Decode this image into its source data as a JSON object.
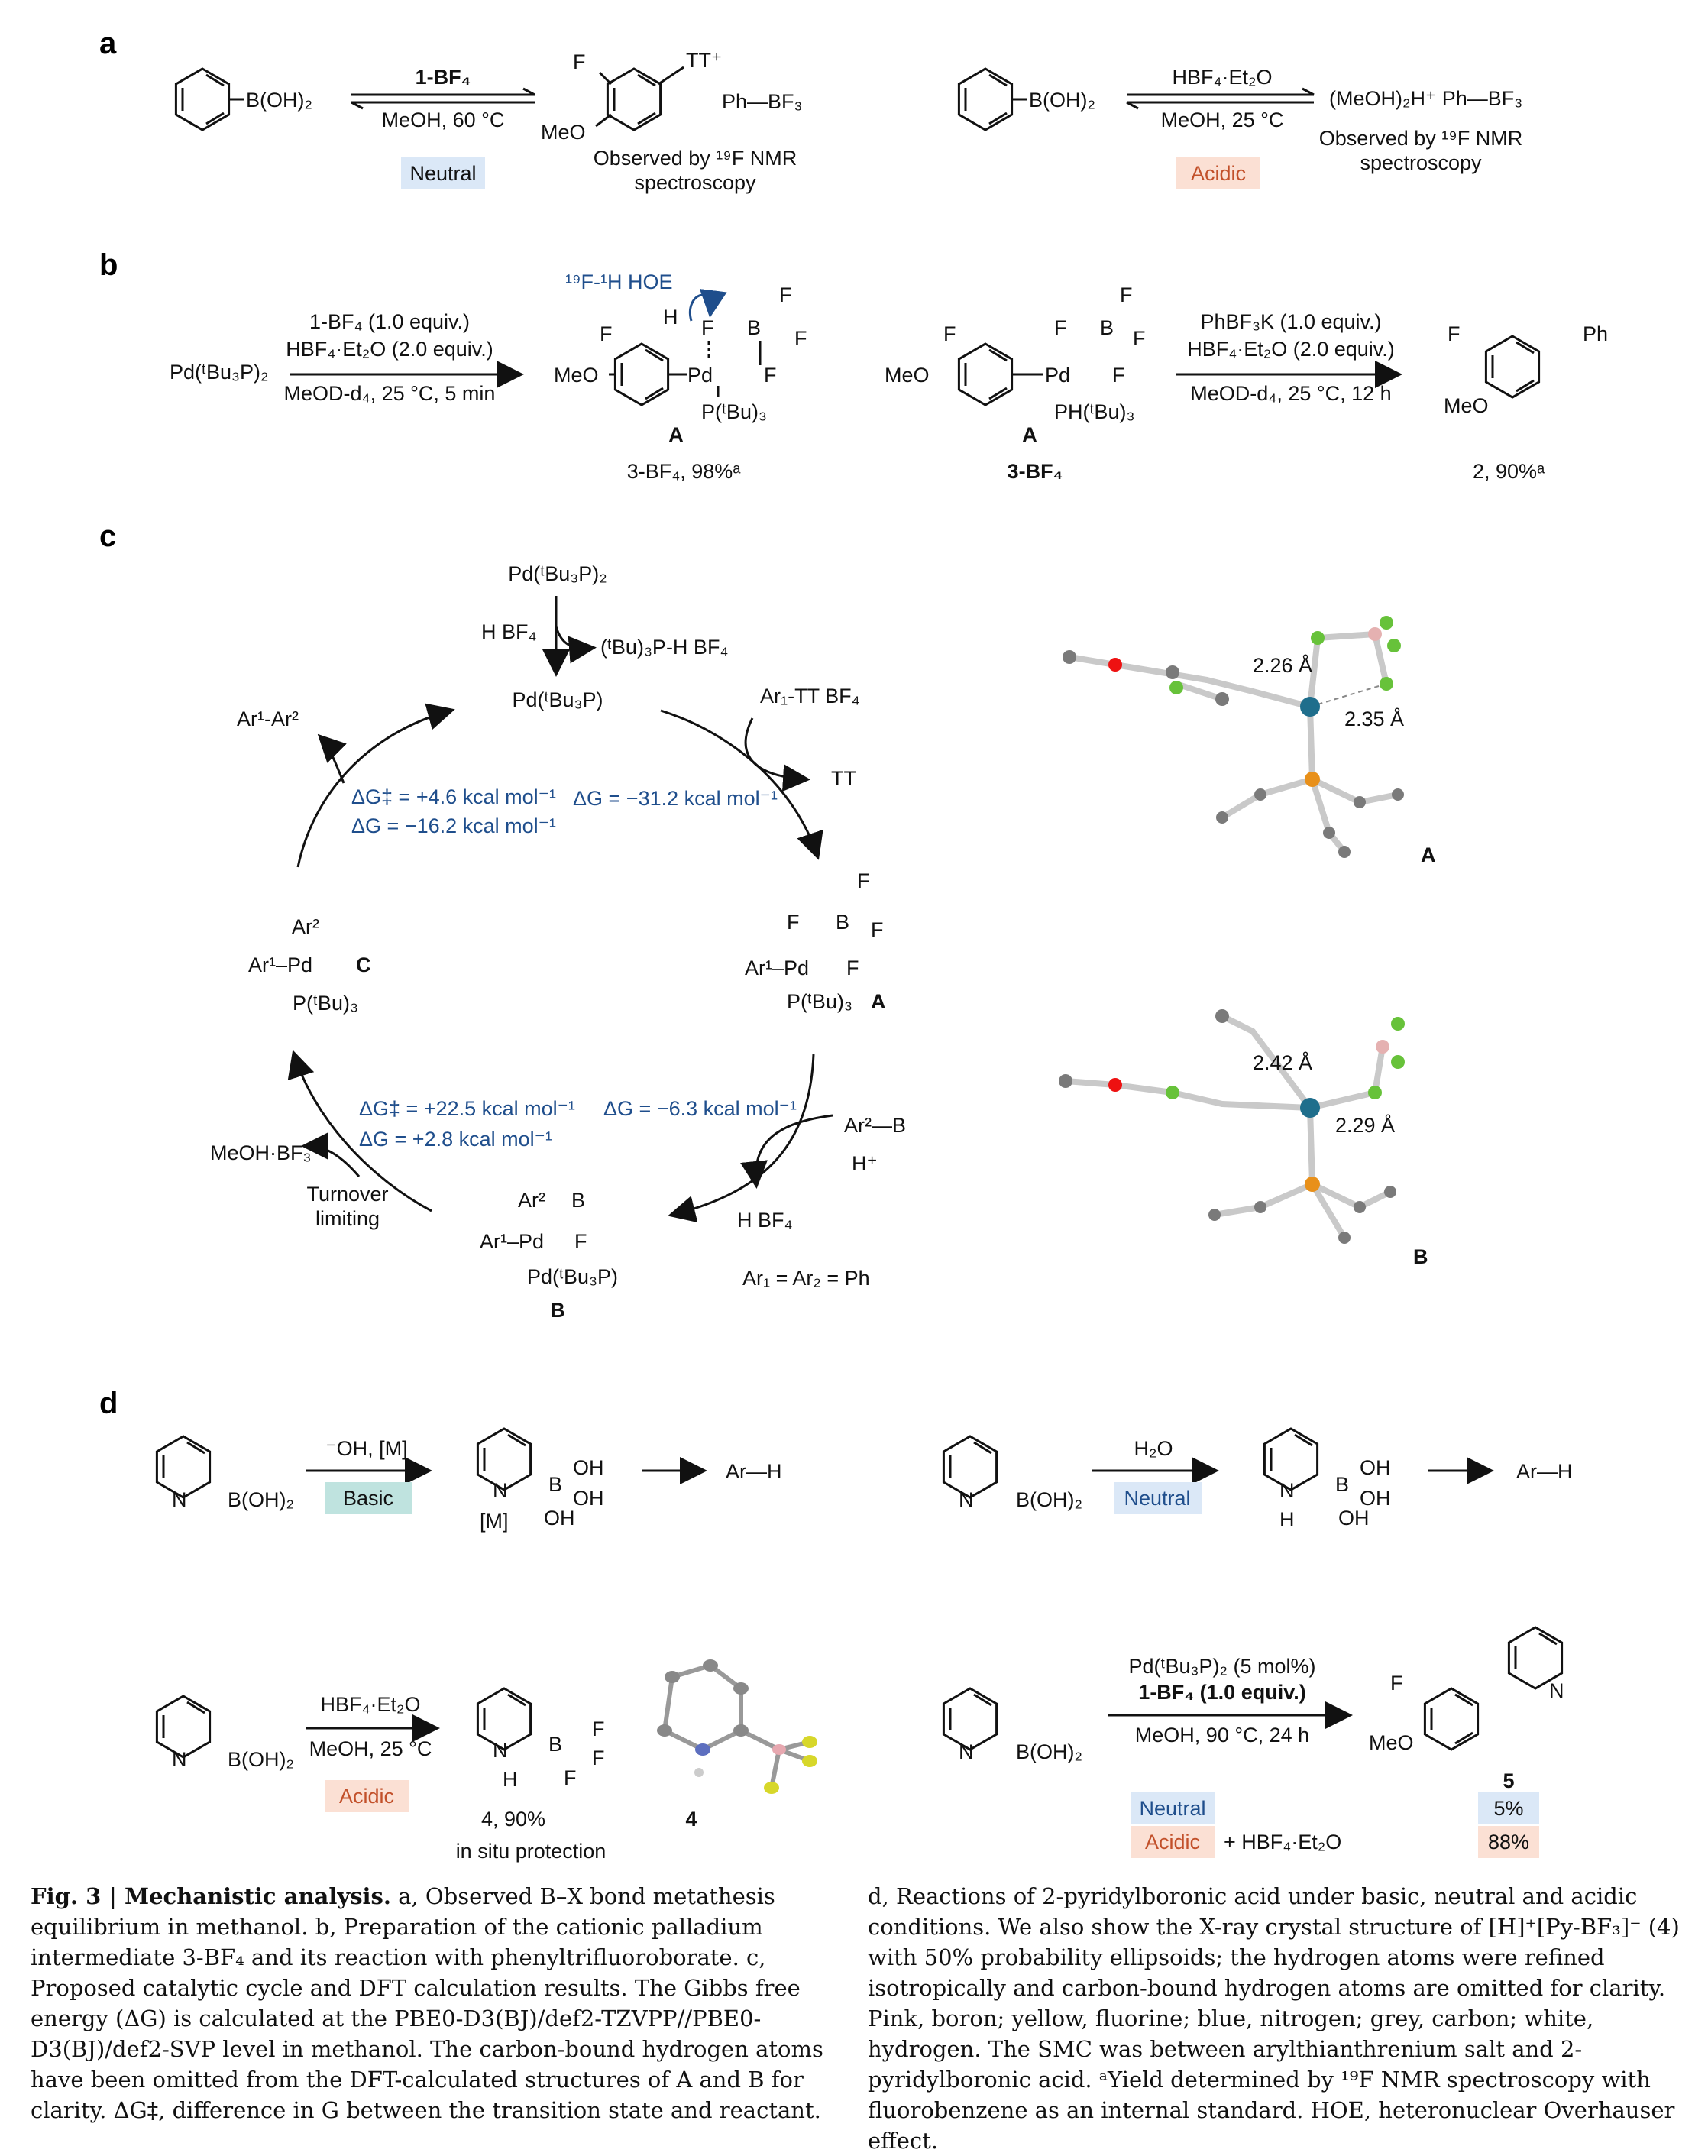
{
  "panels": {
    "a": "a",
    "b": "b",
    "c": "c",
    "d": "d"
  },
  "panel_a": {
    "left": {
      "reactant": "B(OH)₂",
      "reagent": "1-BF₄",
      "conditions": "MeOH, 60 °C",
      "tag": "Neutral",
      "product_tt": "TT⁺",
      "product_f": "F",
      "product_meo": "MeO",
      "byproduct": "Ph—BF₃",
      "observed_1": "Observed by ¹⁹F NMR",
      "observed_2": "spectroscopy"
    },
    "right": {
      "reactant": "B(OH)₂",
      "reagent": "HBF₄·Et₂O",
      "conditions": "MeOH, 25 °C",
      "tag": "Acidic",
      "product": "(MeOH)₂H⁺ Ph—BF₃",
      "observed_1": "Observed by ¹⁹F NMR",
      "observed_2": "spectroscopy"
    }
  },
  "panel_b": {
    "start": "Pd(ᵗBu₃P)₂",
    "cond1": "1-BF₄ (1.0 equiv.)",
    "cond2": "HBF₄·Et₂O (2.0 equiv.)",
    "cond3": "MeOD-d₄, 25 °C, 5 min",
    "hoe": "¹⁹F-¹H HOE",
    "A_label": "A",
    "product1": "3-BF₄, 98%ᵃ",
    "A2_label": "A",
    "product2_label": "3-BF₄",
    "cond4": "PhBF₃K (1.0 equiv.)",
    "cond5": "HBF₄·Et₂O (2.0 equiv.)",
    "cond6": "MeOD-d₄, 25 °C, 12 h",
    "final_ph": "Ph",
    "final_f": "F",
    "final_meo": "MeO",
    "final": "2, 90%ᵃ",
    "meo": "MeO",
    "f": "F",
    "h": "H",
    "pd": "Pd",
    "p1": "P(ᵗBu)₃",
    "p2": "PH(ᵗBu)₃",
    "b": "B"
  },
  "panel_c": {
    "top": "Pd(ᵗBu₃P)₂",
    "hbf4": "H BF₄",
    "release": "(ᵗBu)₃P-H BF₄",
    "pd": "Pd(ᵗBu₃P)",
    "ar_tt": "Ar₁-TT BF₄",
    "tt": "TT",
    "dg1": "ΔG = −31.2 kcal mol⁻¹",
    "A": "A",
    "dg2": "ΔG = −6.3 kcal mol⁻¹",
    "ar2bf3": "Ar²—B",
    "hplus": "H⁺",
    "hbf4b": "H BF₄",
    "ardef": "Ar₁ = Ar₂ = Ph",
    "B": "B",
    "B_pd": "Pd(ᵗBu₃P)",
    "dg3a": "ΔG‡ = +22.5 kcal mol⁻¹",
    "dg3b": "ΔG = +2.8 kcal mol⁻¹",
    "meohbf3": "MeOH·BF₃",
    "turnover1": "Turnover",
    "turnover2": "limiting",
    "C": "C",
    "c_ar2": "Ar²",
    "c_ar1": "Ar¹–Pd",
    "c_p": "P(ᵗBu)₃",
    "dg4a": "ΔG‡ = +4.6 kcal mol⁻¹",
    "dg4b": "ΔG = −16.2 kcal mol⁻¹",
    "arar": "Ar¹-Ar²",
    "a_ar1": "Ar¹–Pd",
    "a_p": "P(ᵗBu)₃",
    "struct_A": "A",
    "struct_B": "B",
    "dist1": "2.26 Å",
    "dist2": "2.35 Å",
    "dist3": "2.42 Å",
    "dist4": "2.29 Å"
  },
  "panel_d": {
    "r1_reagent": "⁻OH, [M]",
    "r1_tag": "Basic",
    "r1_prod": "Ar—H",
    "r1_m": "[M]",
    "r2_reagent": "H₂O",
    "r2_tag": "Neutral",
    "r2_prod": "Ar—H",
    "r3_reagent": "HBF₄·Et₂O",
    "r3_cond": "MeOH, 25 °C",
    "r3_tag": "Acidic",
    "r3_yield": "4, 90%",
    "r3_note": "in situ protection",
    "r3_xray": "4",
    "r4_cond1": "Pd(ᵗBu₃P)₂ (5 mol%)",
    "r4_cond2": "1-BF₄ (1.0 equiv.)",
    "r4_cond3": "MeOH, 90 °C, 24 h",
    "r4_product": "5",
    "r4_neutral": "Neutral",
    "r4_acidic": "Acidic",
    "r4_acid_add": "+ HBF₄·Et₂O",
    "r4_y1": "5%",
    "r4_y2": "88%",
    "boh2": "B(OH)₂",
    "n": "N",
    "oh": "OH",
    "h": "H",
    "f": "F",
    "b": "B",
    "meo": "MeO"
  },
  "caption_left": {
    "title": "Fig. 3 | Mechanistic analysis.",
    "text": " a, Observed B–X bond metathesis equilibrium in methanol. b, Preparation of the cationic palladium intermediate 3-BF₄ and its reaction with phenyltrifluoroborate. c, Proposed catalytic cycle and DFT calculation results. The Gibbs free energy (ΔG) is calculated at the PBE0-D3(BJ)/def2-TZVPP//PBE0-D3(BJ)/def2-SVP level in methanol. The carbon-bound hydrogen atoms have been omitted from the DFT-calculated structures of A and B for clarity. ΔG‡, difference in G between the transition state and reactant."
  },
  "caption_right": {
    "text": "d, Reactions of 2-pyridylboronic acid under basic, neutral and acidic conditions. We also show the X-ray crystal structure of [H]⁺[Py-BF₃]⁻ (4) with 50% probability ellipsoids; the hydrogen atoms were refined isotropically and carbon-bound hydrogen atoms are omitted for clarity. Pink, boron; yellow, fluorine; blue, nitrogen; grey, carbon; white, hydrogen. The SMC was between arylthianthrenium salt and 2-pyridylboronic acid. ᵃYield determined by ¹⁹F NMR spectroscopy with fluorobenzene as an internal standard. HOE, heteronuclear Overhauser effect."
  },
  "colors": {
    "neutral_bg": "#dbe8f7",
    "acidic_bg": "#fbe0d4",
    "basic_bg": "#bfe3df",
    "blue_text": "#1f4e8c",
    "acid_text": "#c2502a"
  }
}
